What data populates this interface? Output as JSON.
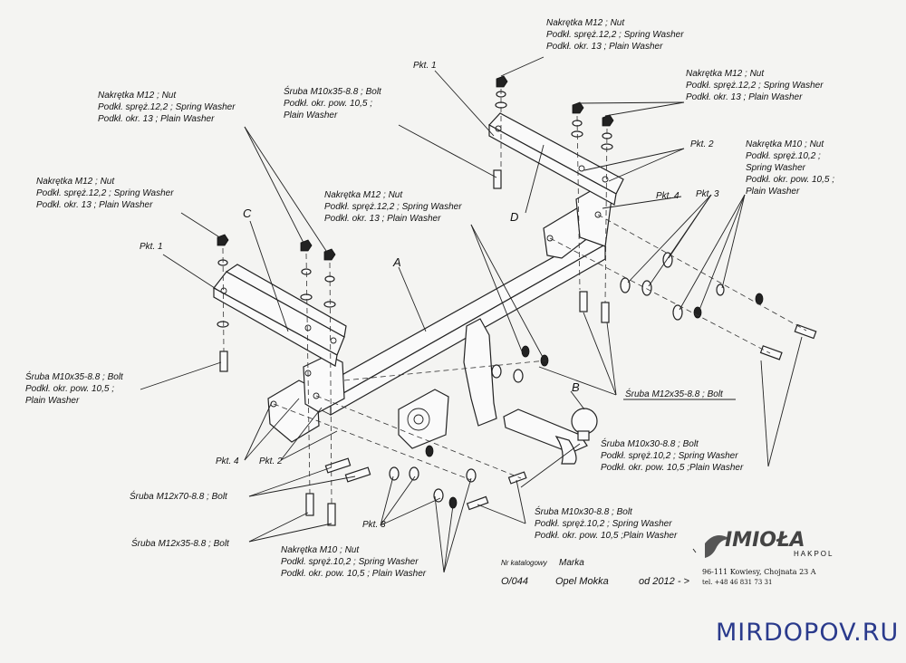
{
  "labels": {
    "nut_m12_a": [
      "Nakrętka  M12 ; Nut",
      "Podkł. spręż.12,2 ; Spring Washer",
      "Podkł. okr. 13 ; Plain Washer"
    ],
    "nut_m12_b": [
      "Nakrętka  M12 ; Nut",
      "Podkł. spręż.12,2 ; Spring Washer",
      "Podkł. okr. 13 ; Plain Washer"
    ],
    "nut_m12_c": [
      "Nakrętka  M12 ; Nut",
      "Podkł. spręż.12,2 ; Spring Washer",
      "Podkł. okr. 13 ; Plain Washer"
    ],
    "nut_m12_d": [
      "Nakrętka  M12 ; Nut",
      "Podkł. spręż.12,2 ; Spring Washer",
      "Podkł. okr. 13 ; Plain Washer"
    ],
    "nut_m12_e": [
      "Nakrętka  M12 ; Nut",
      "Podkł. spręż.12,2 ; Spring Washer",
      "Podkł. okr. 13 ; Plain Washer"
    ],
    "bolt_m10x35_top": [
      "Śruba M10x35-8.8 ;  Bolt",
      "Podkł. okr. pow. 10,5 ;",
      "Plain Washer"
    ],
    "bolt_m10x35_left": [
      "Śruba M10x35-8.8 ;  Bolt",
      "Podkł. okr. pow. 10,5 ;",
      "Plain Washer"
    ],
    "nut_m10_right": [
      "Nakrętka  M10 ; Nut",
      "Podkł. spręż.10,2 ;",
      "Spring Washer",
      "Podkł. okr. pow. 10,5 ;",
      "Plain Washer"
    ],
    "bolt_m12x35_right": "Śruba M12x35-8.8 ;  Bolt",
    "bolt_m10x30_right": [
      "Śruba M10x30-8.8 ;  Bolt",
      "Podkł. spręż.10,2 ; Spring Washer",
      "Podkł. okr. pow. 10,5 ;Plain Washer"
    ],
    "bolt_m12x70": "Śruba M12x70-8.8 ;  Bolt",
    "bolt_m12x35_left": "Śruba M12x35-8.8 ;  Bolt",
    "nut_m10_bottom": [
      "Nakrętka  M10 ; Nut",
      "Podkł. spręż.10,2 ; Spring Washer",
      "Podkł. okr. pow. 10,5 ; Plain Washer"
    ],
    "bolt_m10x30_bottom": [
      "Śruba M10x30-8.8 ;  Bolt",
      "Podkł. spręż.10,2 ; Spring Washer",
      "Podkł. okr. pow. 10,5 ;Plain Washer"
    ]
  },
  "callouts": {
    "pkt1_top": "Pkt. 1",
    "pkt1_left": "Pkt. 1",
    "pkt2_right": "Pkt. 2",
    "pkt2_left": "Pkt. 2",
    "pkt3_right": "Pkt. 3",
    "pkt3_bottom": "Pkt. 3",
    "pkt4_right": "Pkt. 4",
    "pkt4_left": "Pkt. 4"
  },
  "parts": {
    "a": "A",
    "b": "B",
    "c": "C",
    "d": "D"
  },
  "footer": {
    "catalog_caption": "Nr katalogowy",
    "catalog_number": "O/044",
    "brand_caption": "Marka",
    "vehicle": "Opel Mokka",
    "year": "od 2012 - >"
  },
  "manufacturer": {
    "logo": "IMIOŁA",
    "sub": "HAKPOL",
    "address": "96-111 Kowiesy, Chojnata 23 A",
    "phone": "tel. +48 46 831 73 31"
  },
  "watermark": "MIRDOPOV.RU"
}
